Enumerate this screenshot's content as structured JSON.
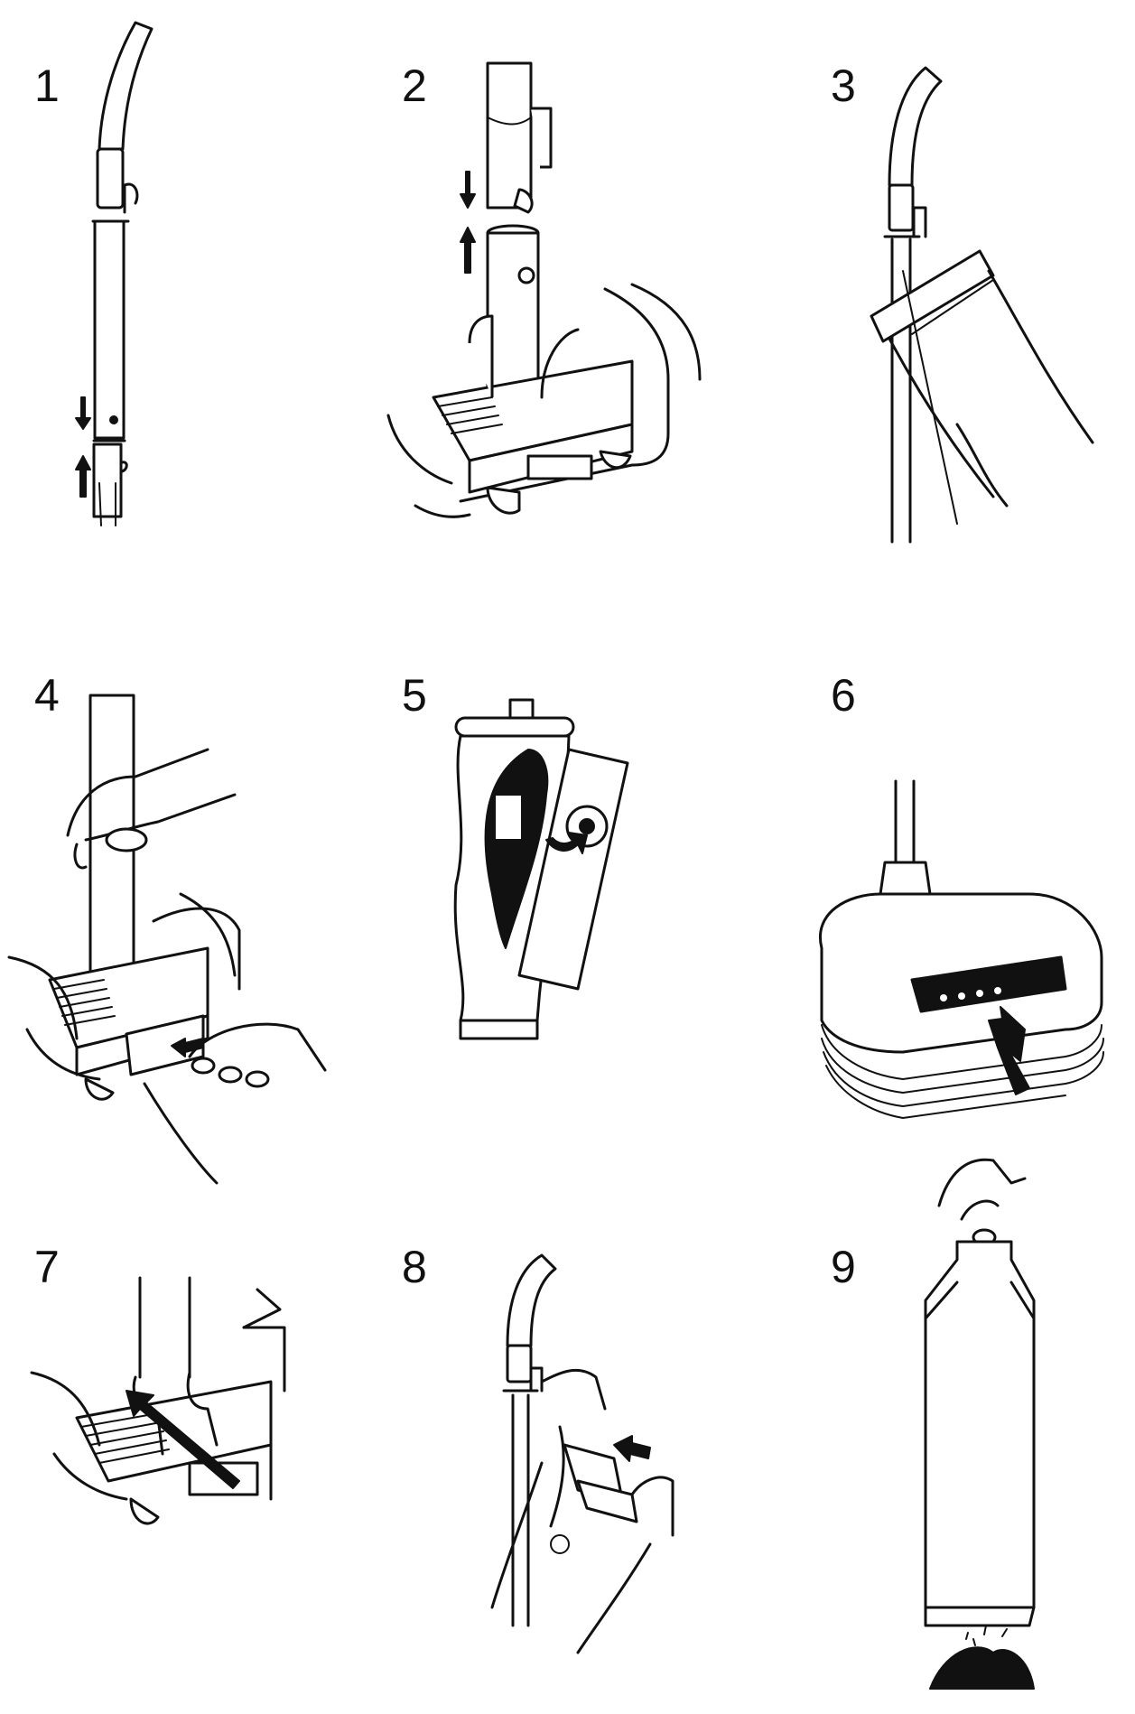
{
  "steps": [
    {
      "number": "1"
    },
    {
      "number": "2"
    },
    {
      "number": "3"
    },
    {
      "number": "4"
    },
    {
      "number": "5"
    },
    {
      "number": "6"
    },
    {
      "number": "7"
    },
    {
      "number": "8"
    },
    {
      "number": "9"
    }
  ],
  "colors": {
    "ink": "#111111",
    "background": "#ffffff"
  }
}
